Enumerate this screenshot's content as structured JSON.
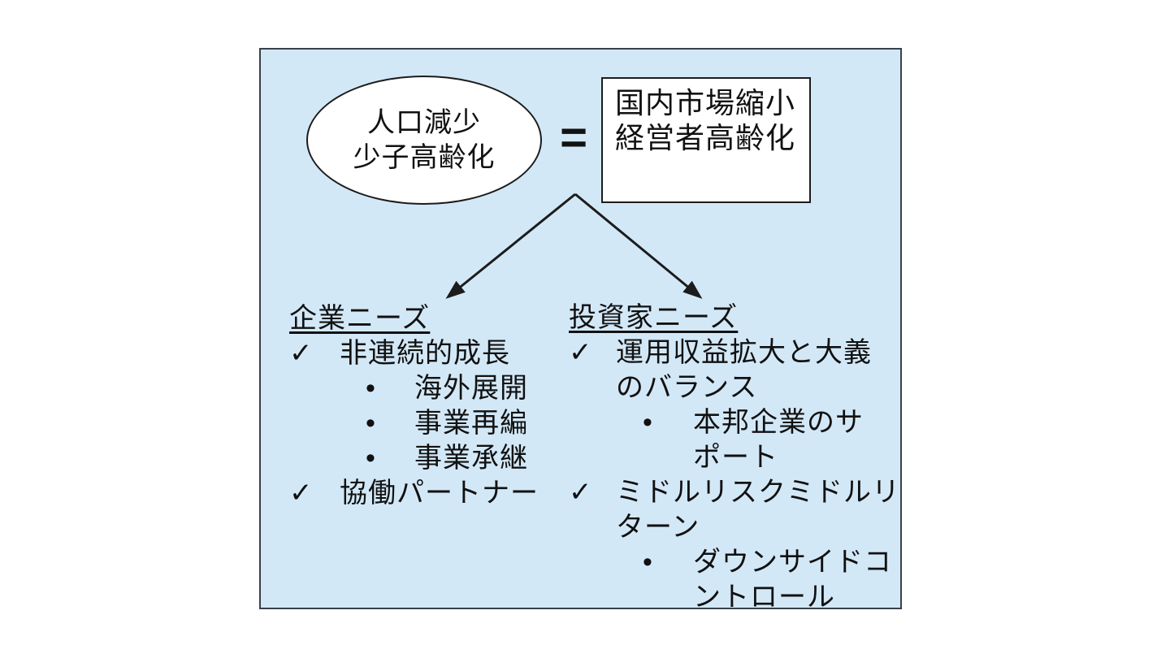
{
  "colors": {
    "panel_background": "#D3E8F7",
    "panel_border": "#39404A",
    "shape_border": "#1C1C1C",
    "text": "#111111"
  },
  "cause_ellipse": {
    "line1": "人口減少",
    "line2": "少子高齢化"
  },
  "equals_sign": "=",
  "effect_box": {
    "line1": "国内市場縮小",
    "line2": "経営者高齢化"
  },
  "markers": {
    "check": "✓",
    "bullet": "•"
  },
  "corporate_needs": {
    "header": "企業ニーズ",
    "item1": "非連続的成長",
    "sub1": "海外展開",
    "sub2": "事業再編",
    "sub3": "事業承継",
    "item2": "協働パートナー"
  },
  "investor_needs": {
    "header": "投資家ニーズ",
    "item1_line1": "運用収益拡大と大義",
    "item1_line2": "のバランス",
    "sub1_line1": "本邦企業のサ",
    "sub1_line2": "ポート",
    "item2_line1": "ミドルリスクミドルリ",
    "item2_line2": "ターン",
    "sub2_line1": "ダウンサイドコ",
    "sub2_line2": "ントロール"
  }
}
